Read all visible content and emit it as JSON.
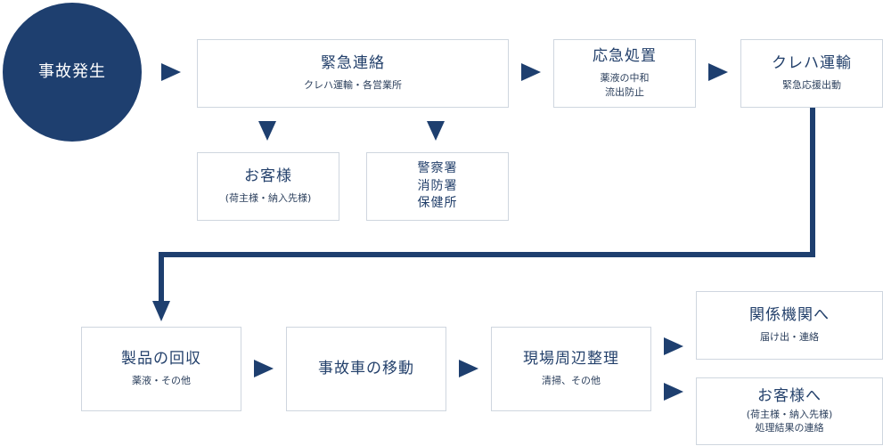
{
  "flow": {
    "incident": {
      "title": "事故発生"
    },
    "emergency_contact": {
      "title": "緊急連絡",
      "sub": "クレハ運輸・各営業所"
    },
    "first_aid": {
      "title": "応急処置",
      "sub": "薬液の中和\n流出防止"
    },
    "kureha_transport": {
      "title": "クレハ運輸",
      "sub": "緊急応援出動"
    },
    "customer": {
      "title": "お客様",
      "sub": "(荷主様・納入先様)"
    },
    "authorities": {
      "lines": "警察署\n消防署\n保健所"
    },
    "product_recovery": {
      "title": "製品の回収",
      "sub": "薬液・その他"
    },
    "vehicle_move": {
      "title": "事故車の移動"
    },
    "site_cleanup": {
      "title": "現場周辺整理",
      "sub": "清掃、その他"
    },
    "agencies": {
      "title": "関係機関へ",
      "sub": "届け出・連絡"
    },
    "customer_report": {
      "title": "お客様へ",
      "sub": "(荷主様・納入先様)\n処理結果の連絡"
    }
  },
  "colors": {
    "accent": "#1e3f6f",
    "border": "#cfd6df"
  }
}
